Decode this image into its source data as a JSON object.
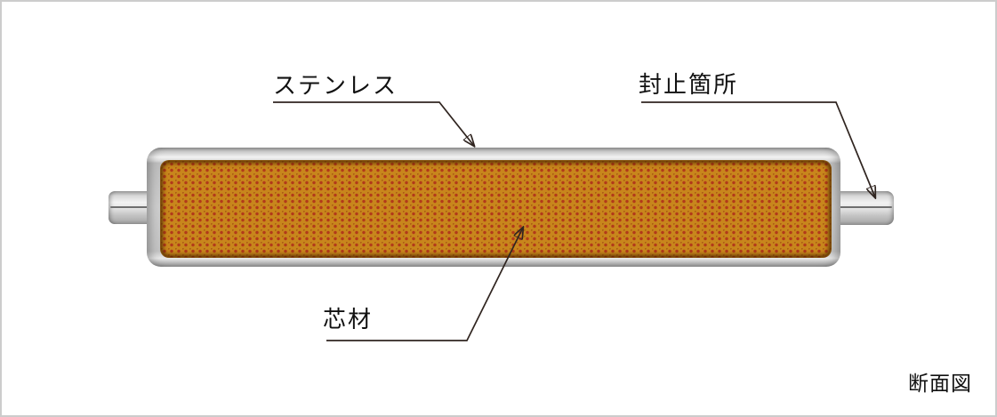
{
  "figure": {
    "caption": "断面図",
    "callouts": {
      "stainless": {
        "label": "ステンレス",
        "target": "outer-shell-top"
      },
      "seal": {
        "label": "封止箇所",
        "target": "right-end-tab"
      },
      "core": {
        "label": "芯材",
        "target": "core-material"
      }
    }
  },
  "colors": {
    "canvas-bg": "#ffffff",
    "canvas-border": "#cccccc",
    "shell-light": "#f2f2f2",
    "shell-edge": "#939393",
    "core-base": "#c8861c",
    "core-dot": "#b23a1a",
    "seam": "#6f6f6f",
    "leader-line": "#302520",
    "text": "#111111"
  }
}
